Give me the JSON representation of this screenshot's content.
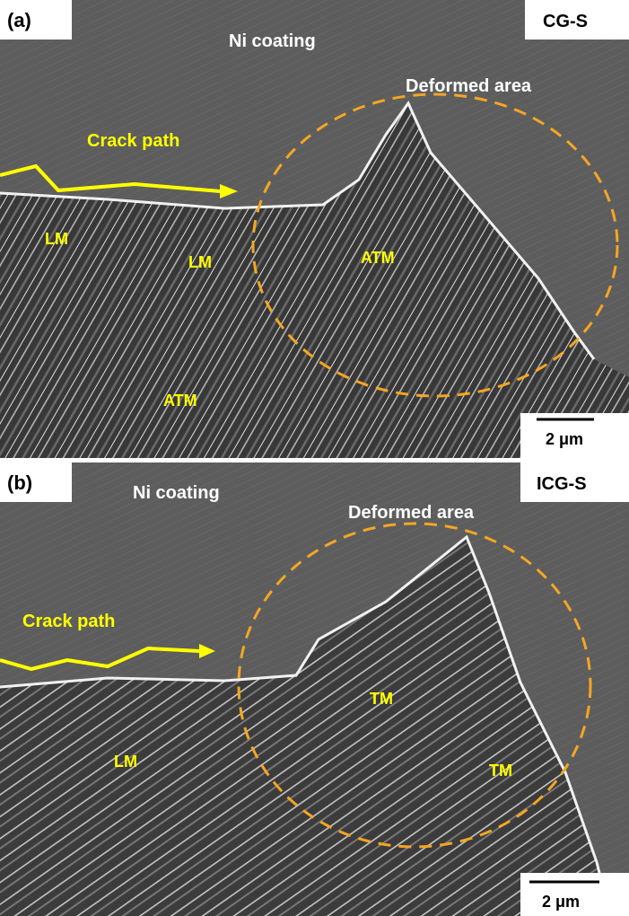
{
  "panels": [
    {
      "label": "(a)",
      "sample": "CG-S",
      "coating": "Ni coating",
      "deformed": "Deformed area",
      "crack": "Crack path",
      "phases": [
        "LM",
        "LM",
        "ATM",
        "ATM"
      ],
      "scale": "2 μm"
    },
    {
      "label": "(b)",
      "sample": "ICG-S",
      "coating": "Ni coating",
      "deformed": "Deformed area",
      "crack": "Crack path",
      "phases": [
        "TM",
        "TM",
        "LM"
      ],
      "scale": "2 μm"
    }
  ],
  "colors": {
    "annotation": "#ffff00",
    "circle": "#f5a623",
    "coating": "#5c5c5c",
    "substrate": "#3a3a3a"
  }
}
